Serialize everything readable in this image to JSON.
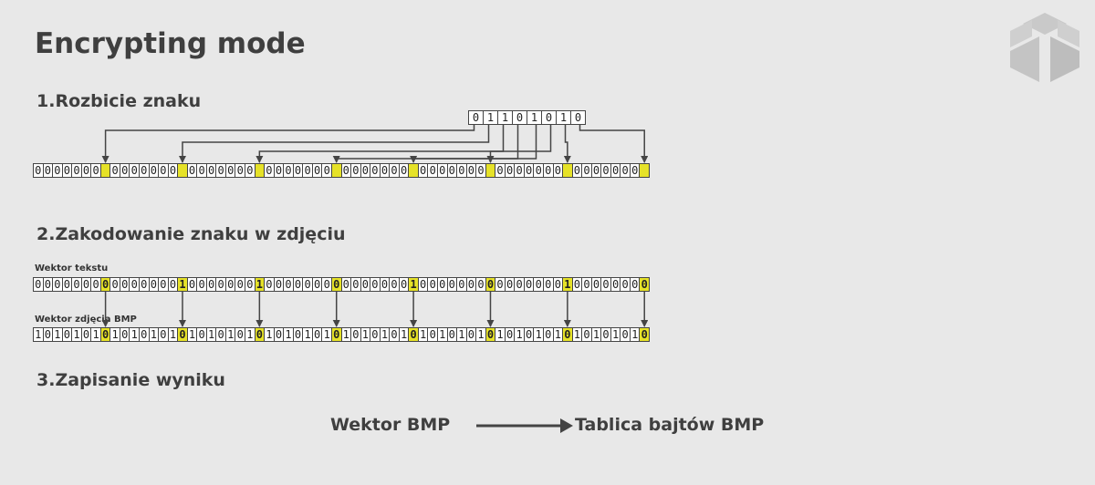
{
  "title": "Encrypting mode",
  "steps": {
    "step1": "1.Rozbicie znaku",
    "step2": "2.Zakodowanie znaku w zdjęciu",
    "step3": "3.Zapisanie wyniku"
  },
  "labels": {
    "text_vector": "Wektor tekstu",
    "bmp_vector": "Wektor zdjęcia BMP"
  },
  "char_bits": [
    "0",
    "1",
    "1",
    "0",
    "1",
    "0",
    "1",
    "0"
  ],
  "row1_cells": [
    "0",
    "0",
    "0",
    "0",
    "0",
    "0",
    "0",
    "",
    "0",
    "0",
    "0",
    "0",
    "0",
    "0",
    "0",
    "",
    "0",
    "0",
    "0",
    "0",
    "0",
    "0",
    "0",
    "",
    "0",
    "0",
    "0",
    "0",
    "0",
    "0",
    "0",
    "",
    "0",
    "0",
    "0",
    "0",
    "0",
    "0",
    "0",
    "",
    "0",
    "0",
    "0",
    "0",
    "0",
    "0",
    "0",
    "",
    "0",
    "0",
    "0",
    "0",
    "0",
    "0",
    "0",
    "",
    "0",
    "0",
    "0",
    "0",
    "0",
    "0",
    "0",
    ""
  ],
  "row2_cells": [
    "0",
    "0",
    "0",
    "0",
    "0",
    "0",
    "0",
    "0",
    "0",
    "0",
    "0",
    "0",
    "0",
    "0",
    "0",
    "1",
    "0",
    "0",
    "0",
    "0",
    "0",
    "0",
    "0",
    "1",
    "0",
    "0",
    "0",
    "0",
    "0",
    "0",
    "0",
    "0",
    "0",
    "0",
    "0",
    "0",
    "0",
    "0",
    "0",
    "1",
    "0",
    "0",
    "0",
    "0",
    "0",
    "0",
    "0",
    "0",
    "0",
    "0",
    "0",
    "0",
    "0",
    "0",
    "0",
    "1",
    "0",
    "0",
    "0",
    "0",
    "0",
    "0",
    "0",
    "0"
  ],
  "row3_cells": [
    "1",
    "0",
    "1",
    "0",
    "1",
    "0",
    "1",
    "0",
    "1",
    "0",
    "1",
    "0",
    "1",
    "0",
    "1",
    "0",
    "1",
    "0",
    "1",
    "0",
    "1",
    "0",
    "1",
    "0",
    "1",
    "0",
    "1",
    "0",
    "1",
    "0",
    "1",
    "0",
    "1",
    "0",
    "1",
    "0",
    "1",
    "0",
    "1",
    "0",
    "1",
    "0",
    "1",
    "0",
    "1",
    "0",
    "1",
    "0",
    "1",
    "0",
    "1",
    "0",
    "1",
    "0",
    "1",
    "0",
    "1",
    "0",
    "1",
    "0",
    "1",
    "0",
    "1",
    "0"
  ],
  "flow": {
    "from": "Wektor BMP",
    "to": "Tablica bajtów BMP"
  },
  "colors": {
    "highlight": "#e6e228",
    "background": "#e8e8e8",
    "text": "#3f3f3f"
  },
  "icons": {
    "logo": "cube-logo-icon"
  }
}
